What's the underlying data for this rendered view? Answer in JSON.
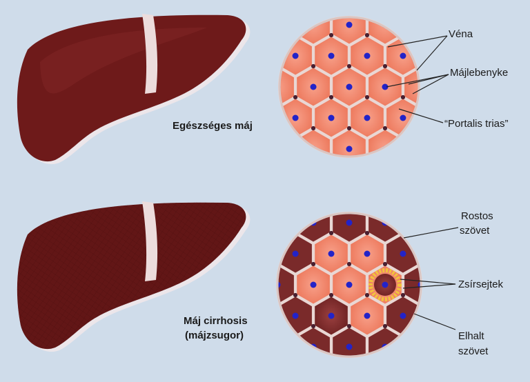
{
  "healthy": {
    "caption": "Egészséges máj",
    "labels": {
      "vein": "Véna",
      "lobule": "Májlebenyke",
      "portal": "“Portalis trias”"
    }
  },
  "cirrhosis": {
    "caption_line1": "Máj cirrhosis",
    "caption_line2": "(májzsugor)",
    "labels": {
      "fibrous_line1": "Rostos",
      "fibrous_line2": "szövet",
      "fat": "Zsírsejtek",
      "dead_line1": "Elhalt",
      "dead_line2": "szövet"
    }
  },
  "colors": {
    "background": "#cfdcea",
    "liver": "#6e1a1a",
    "liver_dark": "#561212",
    "ligament": "#ecdcdc",
    "hepatocyte": "#f08368",
    "hepatocyte_light": "#f7a48e",
    "septum": "#e9d7d4",
    "portal_dot": "#4a2030",
    "nucleus": "#2323c8",
    "dead_tissue": "#7a2a2a",
    "fat": "#f2c33c"
  }
}
